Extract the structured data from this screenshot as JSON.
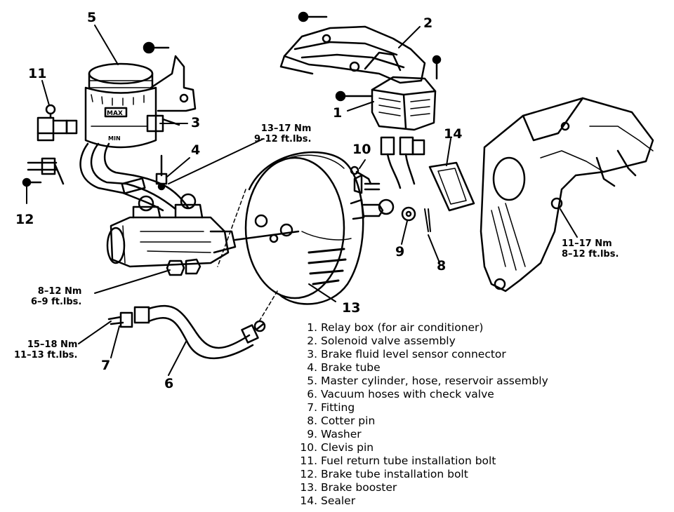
{
  "callouts": [
    "1",
    "2",
    "3",
    "4",
    "5",
    "6",
    "7",
    "8",
    "9",
    "10",
    "11",
    "12",
    "13",
    "14"
  ],
  "torque_specs": {
    "top_center": [
      "13–17 Nm",
      "9–12 ft.lbs."
    ],
    "right": [
      "11–17 Nm",
      "8–12 ft.lbs."
    ],
    "left_middle": [
      "8–12 Nm",
      "6–9 ft.lbs."
    ],
    "left_bottom": [
      "15–18 Nm",
      "11–13 ft.lbs."
    ]
  },
  "reservoir_marks": {
    "max": "MAX",
    "min": "MIN"
  },
  "legend": [
    {
      "num": "1.",
      "text": "Relay box (for air conditioner)"
    },
    {
      "num": "2.",
      "text": "Solenoid valve assembly"
    },
    {
      "num": "3.",
      "text": "Brake fluid level sensor connector"
    },
    {
      "num": "4.",
      "text": "Brake tube"
    },
    {
      "num": "5.",
      "text": "Master cylinder, hose, reservoir assembly"
    },
    {
      "num": "6.",
      "text": "Vacuum hoses with check valve"
    },
    {
      "num": "7.",
      "text": "Fitting"
    },
    {
      "num": "8.",
      "text": "Cotter pin"
    },
    {
      "num": "9.",
      "text": "Washer"
    },
    {
      "num": "10.",
      "text": "Clevis pin"
    },
    {
      "num": "11.",
      "text": "Fuel return tube installation bolt"
    },
    {
      "num": "12.",
      "text": "Brake tube installation bolt"
    },
    {
      "num": "13.",
      "text": "Brake booster"
    },
    {
      "num": "14.",
      "text": "Sealer"
    }
  ]
}
